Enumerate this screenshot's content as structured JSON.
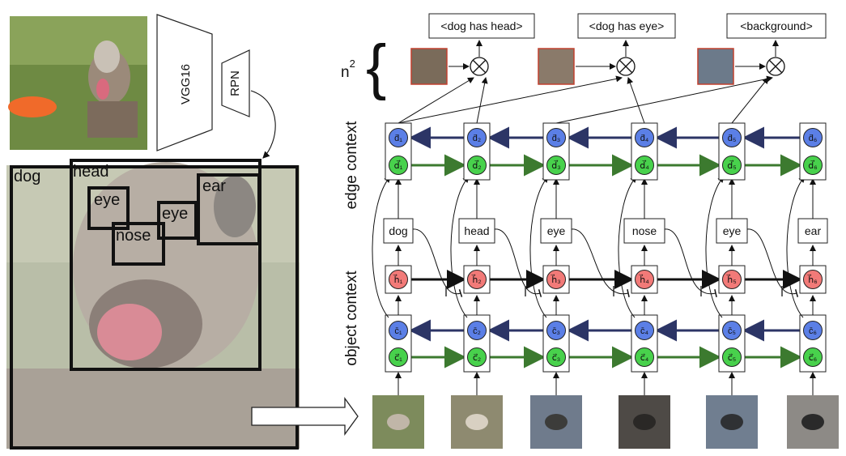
{
  "backbone": {
    "vgg": "VGG16",
    "rpn": "RPN"
  },
  "detections": {
    "dog": "dog",
    "head": "head",
    "eye1": "eye",
    "eye2": "eye",
    "ear": "ear",
    "nose": "nose"
  },
  "side_labels": {
    "edge": "edge context",
    "object": "object context"
  },
  "relations": {
    "n2": "n",
    "n2_exp": "2",
    "items": [
      "<dog has head>",
      "<dog has eye>",
      "<background>"
    ]
  },
  "labels": [
    "dog",
    "head",
    "eye",
    "nose",
    "eye",
    "ear"
  ],
  "cells": {
    "d_bar": [
      "d̄₁",
      "d̄₂",
      "d̄₃",
      "d̄₄",
      "d̄₅",
      "d̄₆"
    ],
    "d_vec": [
      "d⃗₁",
      "d⃗₂",
      "d⃗₃",
      "d⃗₄",
      "d⃗₅",
      "d⃗₆"
    ],
    "h": [
      "h⃗₁",
      "h⃗₂",
      "h⃗₃",
      "h⃗₄",
      "h⃗₅",
      "h⃗₆"
    ],
    "c_bar": [
      "c̄₁",
      "c̄₂",
      "c̄₃",
      "c̄₄",
      "c̄₅",
      "c̄₆"
    ],
    "c_vec": [
      "c⃗₁",
      "c⃗₂",
      "c⃗₃",
      "c⃗₄",
      "c⃗₅",
      "c⃗₆"
    ]
  },
  "colors": {
    "blue": "#5b7fe6",
    "green": "#48d14c",
    "red": "#f27a78",
    "navy": "#2c3566",
    "darkgreen": "#3c7a2f"
  }
}
